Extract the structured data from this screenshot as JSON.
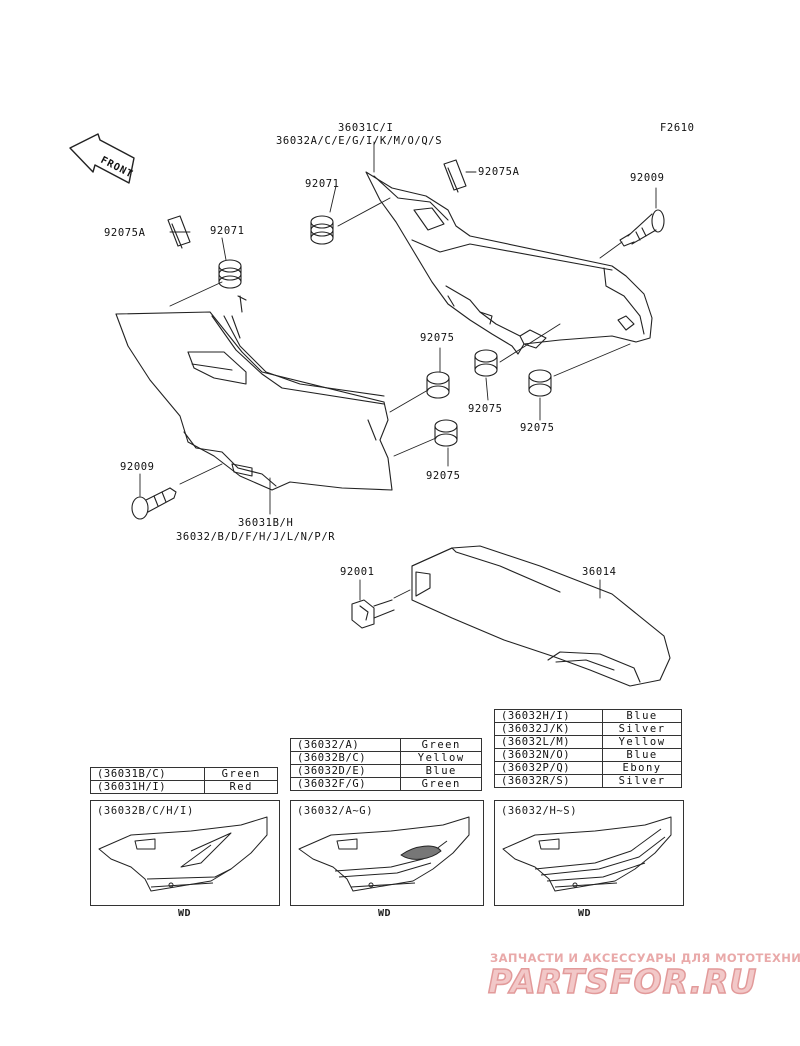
{
  "figure_code": "F2610",
  "front_label": "FRONT",
  "callouts": {
    "right_cover_part": "36031C/I",
    "right_cover_variants": "36032A/C/E/G/I/K/M/O/Q/S",
    "left_cover_part": "36031B/H",
    "left_cover_variants": "36032/B/D/F/H/J/L/N/P/R",
    "grommet_right": "92071",
    "grommet_left": "92071",
    "collar_right": "92075A",
    "collar_left": "92075A",
    "bolt_right": "92009",
    "bolt_left": "92009",
    "damper_a": "92075",
    "damper_b": "92075",
    "damper_c": "92075",
    "damper_d": "92075",
    "bolt_tail": "92001",
    "tail_cover": "36014"
  },
  "tables": {
    "cover_colors": [
      {
        "code": "(36031B/C)",
        "color": "Green"
      },
      {
        "code": "(36031H/I)",
        "color": "Red"
      }
    ],
    "variants_a_g": [
      {
        "code": "(36032/A)",
        "color": "Green"
      },
      {
        "code": "(36032B/C)",
        "color": "Yellow"
      },
      {
        "code": "(36032D/E)",
        "color": "Blue"
      },
      {
        "code": "(36032F/G)",
        "color": "Green"
      }
    ],
    "variants_h_s": [
      {
        "code": "(36032H/I)",
        "color": "Blue"
      },
      {
        "code": "(36032J/K)",
        "color": "Silver"
      },
      {
        "code": "(36032L/M)",
        "color": "Yellow"
      },
      {
        "code": "(36032N/O)",
        "color": "Blue"
      },
      {
        "code": "(36032P/Q)",
        "color": "Ebony"
      },
      {
        "code": "(36032R/S)",
        "color": "Silver"
      }
    ]
  },
  "insets": [
    {
      "title": "(36032B/C/H/I)",
      "note": "WD"
    },
    {
      "title": "(36032/A~G)",
      "note": "WD"
    },
    {
      "title": "(36032/H~S)",
      "note": "WD"
    }
  ],
  "watermark": {
    "tagline": "ЗАПЧАСТИ И АКСЕССУАРЫ ДЛЯ МОТОТЕХНИКИ",
    "brand": "PARTSFOR.RU"
  }
}
